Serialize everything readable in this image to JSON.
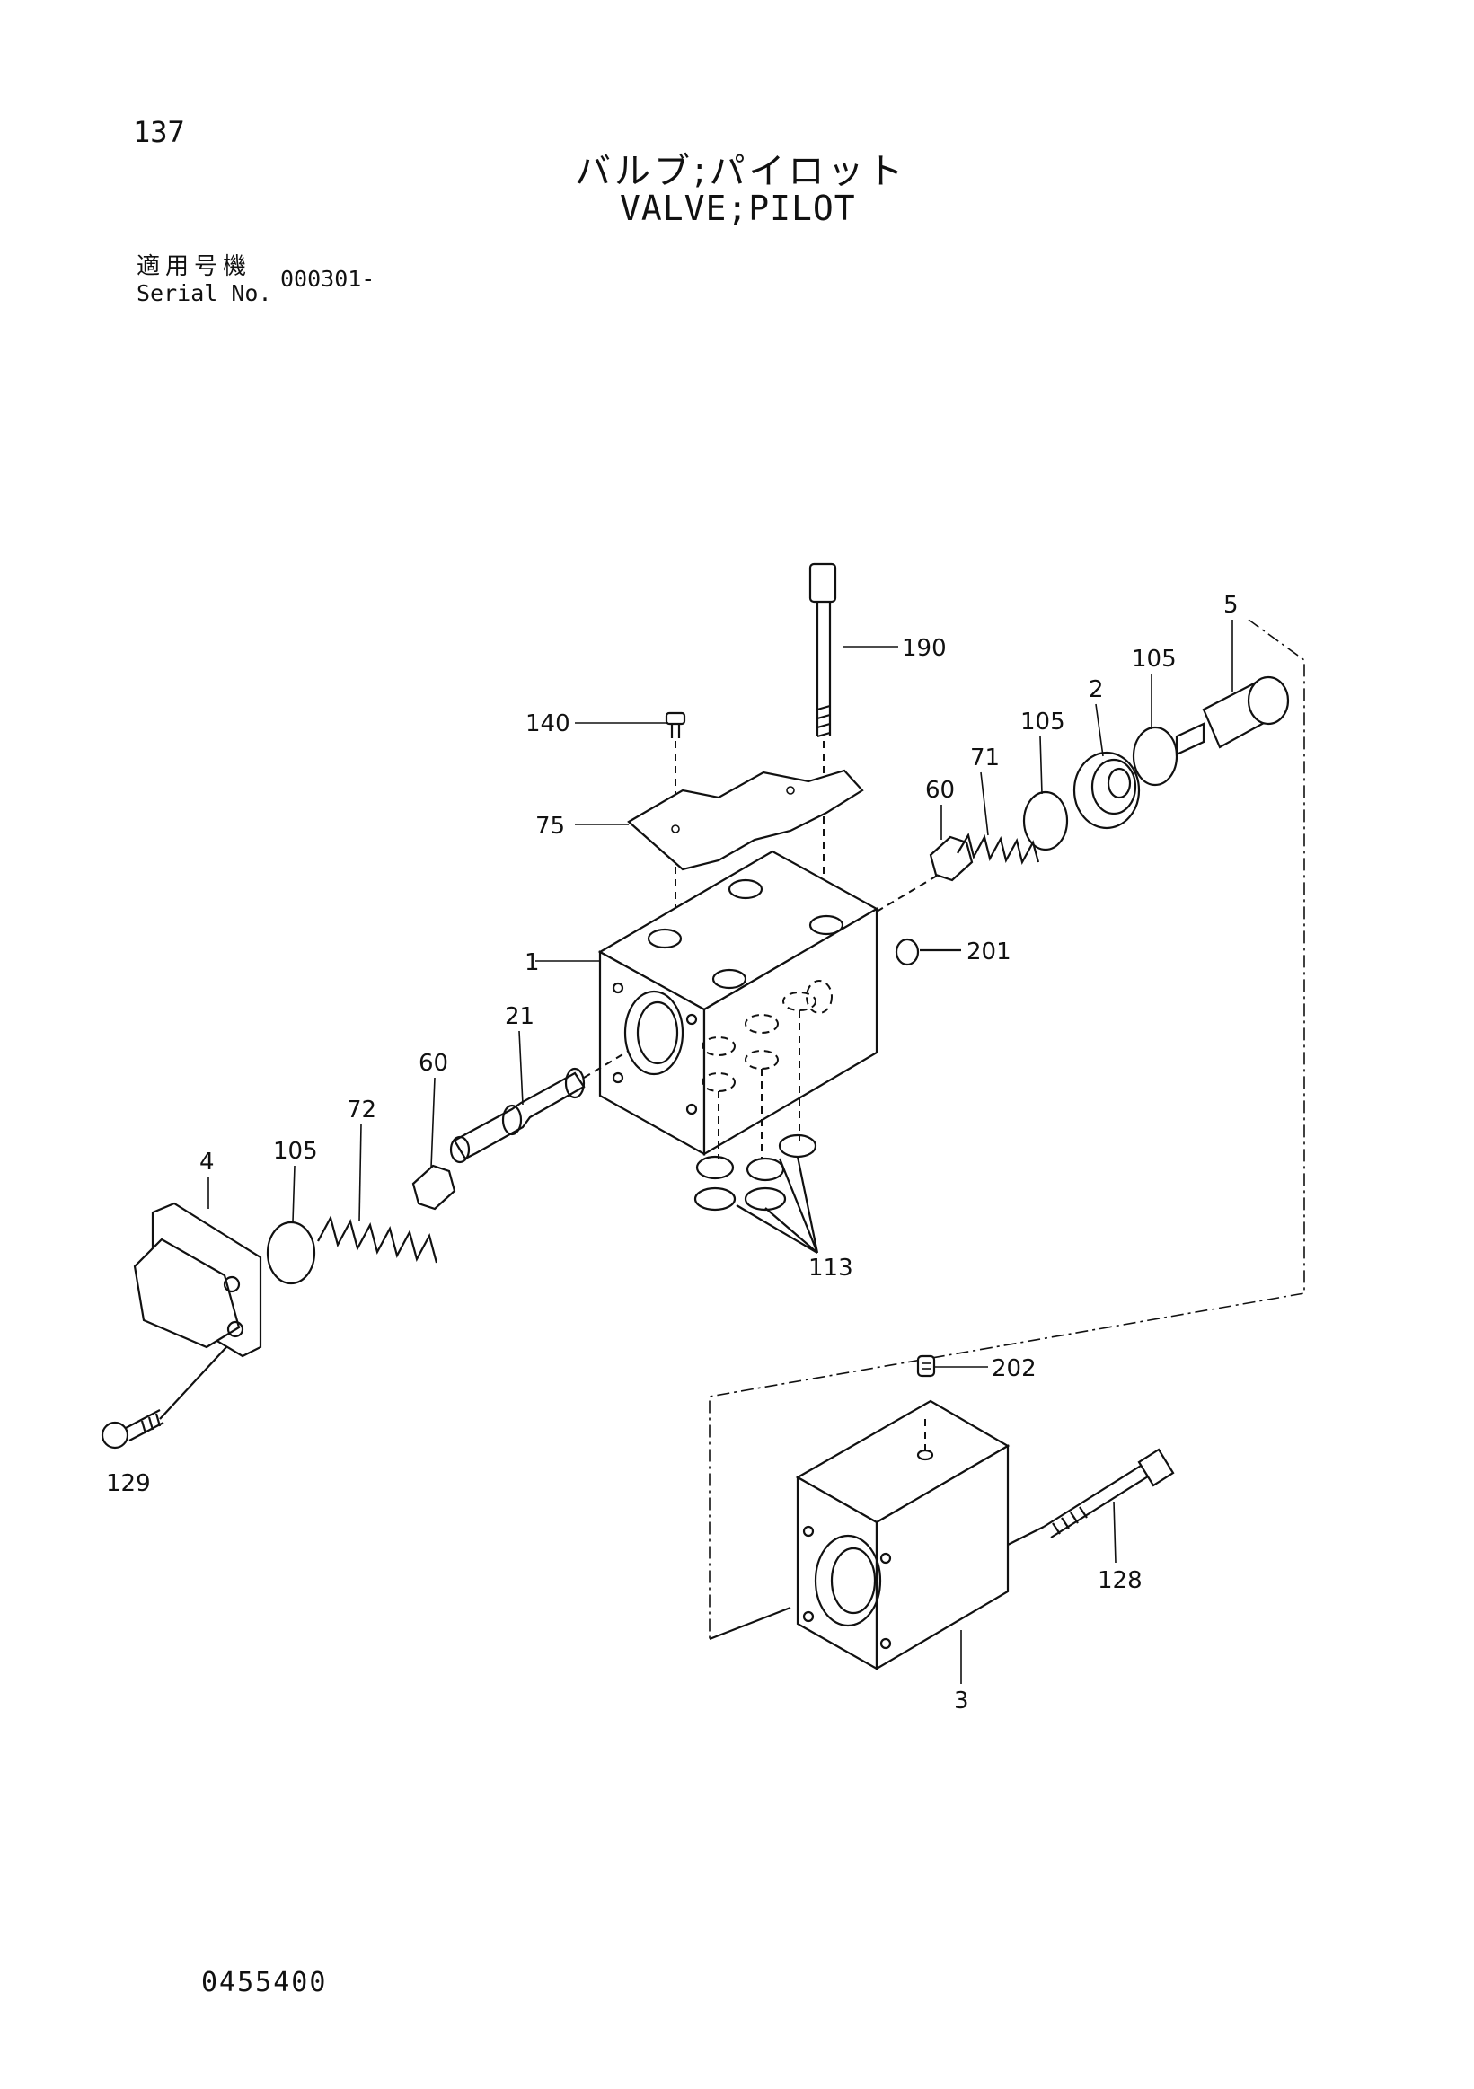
{
  "header": {
    "page_number": "137",
    "title_jp": "バルブ;パイロット",
    "title_en": "VALVE;PILOT",
    "serial_label_jp": "適用号機",
    "serial_label_en": "Serial No.",
    "serial_value": "000301-"
  },
  "footer": {
    "doc_code": "0455400"
  },
  "callouts": {
    "c1": "1",
    "c2": "2",
    "c3": "3",
    "c4": "4",
    "c5": "5",
    "c21": "21",
    "c60a": "60",
    "c60b": "60",
    "c71": "71",
    "c72": "72",
    "c75": "75",
    "c105a": "105",
    "c105b": "105",
    "c105c": "105",
    "c113": "113",
    "c128": "128",
    "c129": "129",
    "c140": "140",
    "c190": "190",
    "c201": "201",
    "c202": "202"
  }
}
